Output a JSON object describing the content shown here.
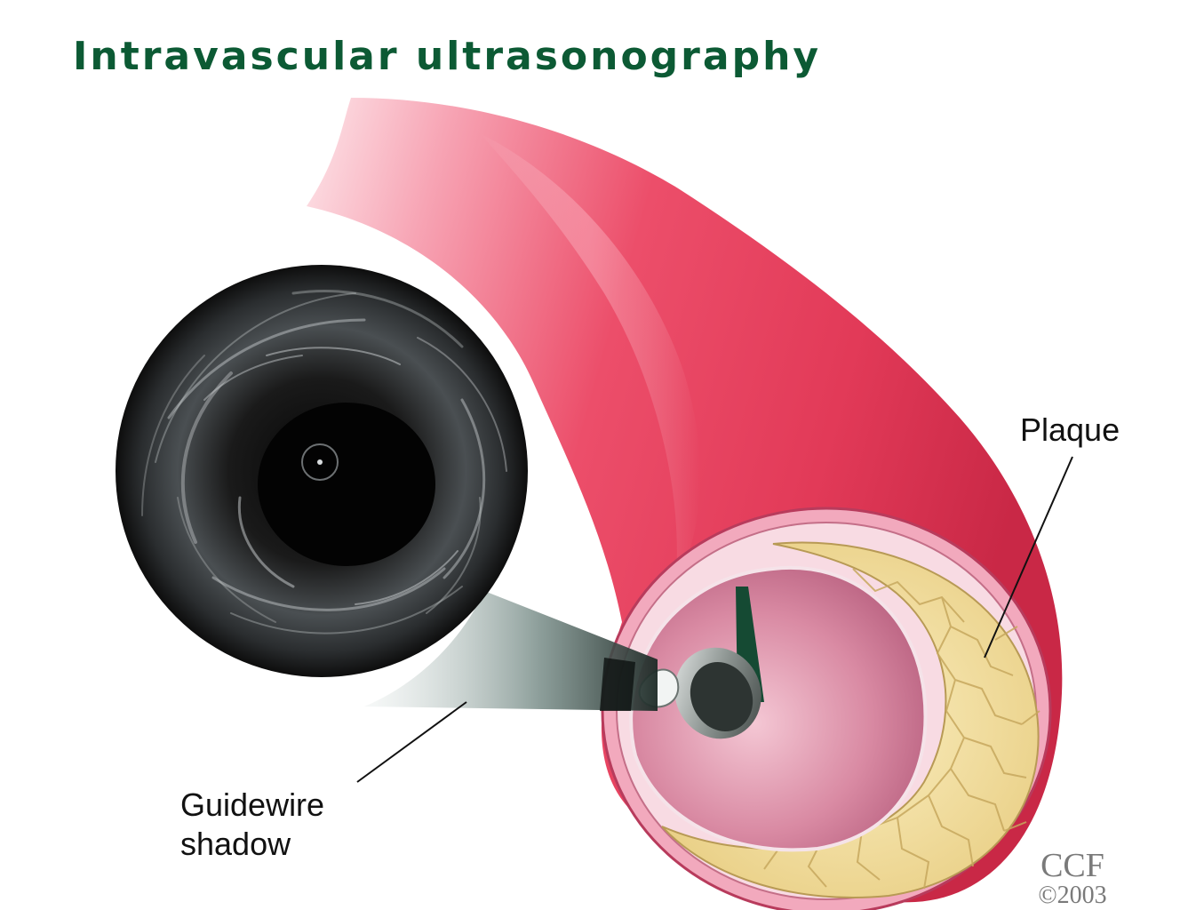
{
  "title": "Intravascular ultrasonography",
  "labels": {
    "plaque": "Plaque",
    "guidewire_line1": "Guidewire",
    "guidewire_line2": "shadow"
  },
  "credit": {
    "org": "CCF",
    "year": "©2003"
  },
  "colors": {
    "title": "#0c5a34",
    "vessel": "#e8425f",
    "lumen": "#d8849f",
    "plaque": "#f3e2a6",
    "ultrasound": "#1a1a1a"
  }
}
